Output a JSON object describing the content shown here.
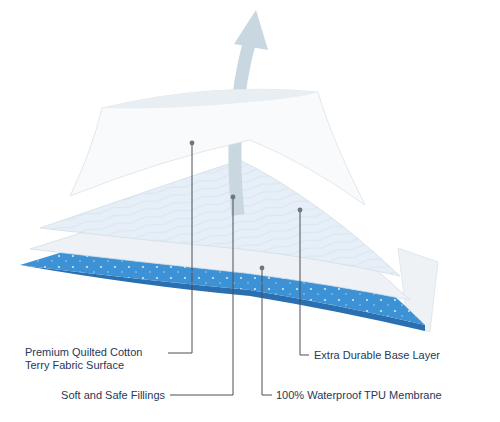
{
  "diagram": {
    "labels": [
      "Premium Quilted Cotton Terry Fabric Surface",
      "Extra Durable Base Layer",
      "Soft and Safe Fillings",
      "100% Waterproof TPU Membrane"
    ]
  }
}
